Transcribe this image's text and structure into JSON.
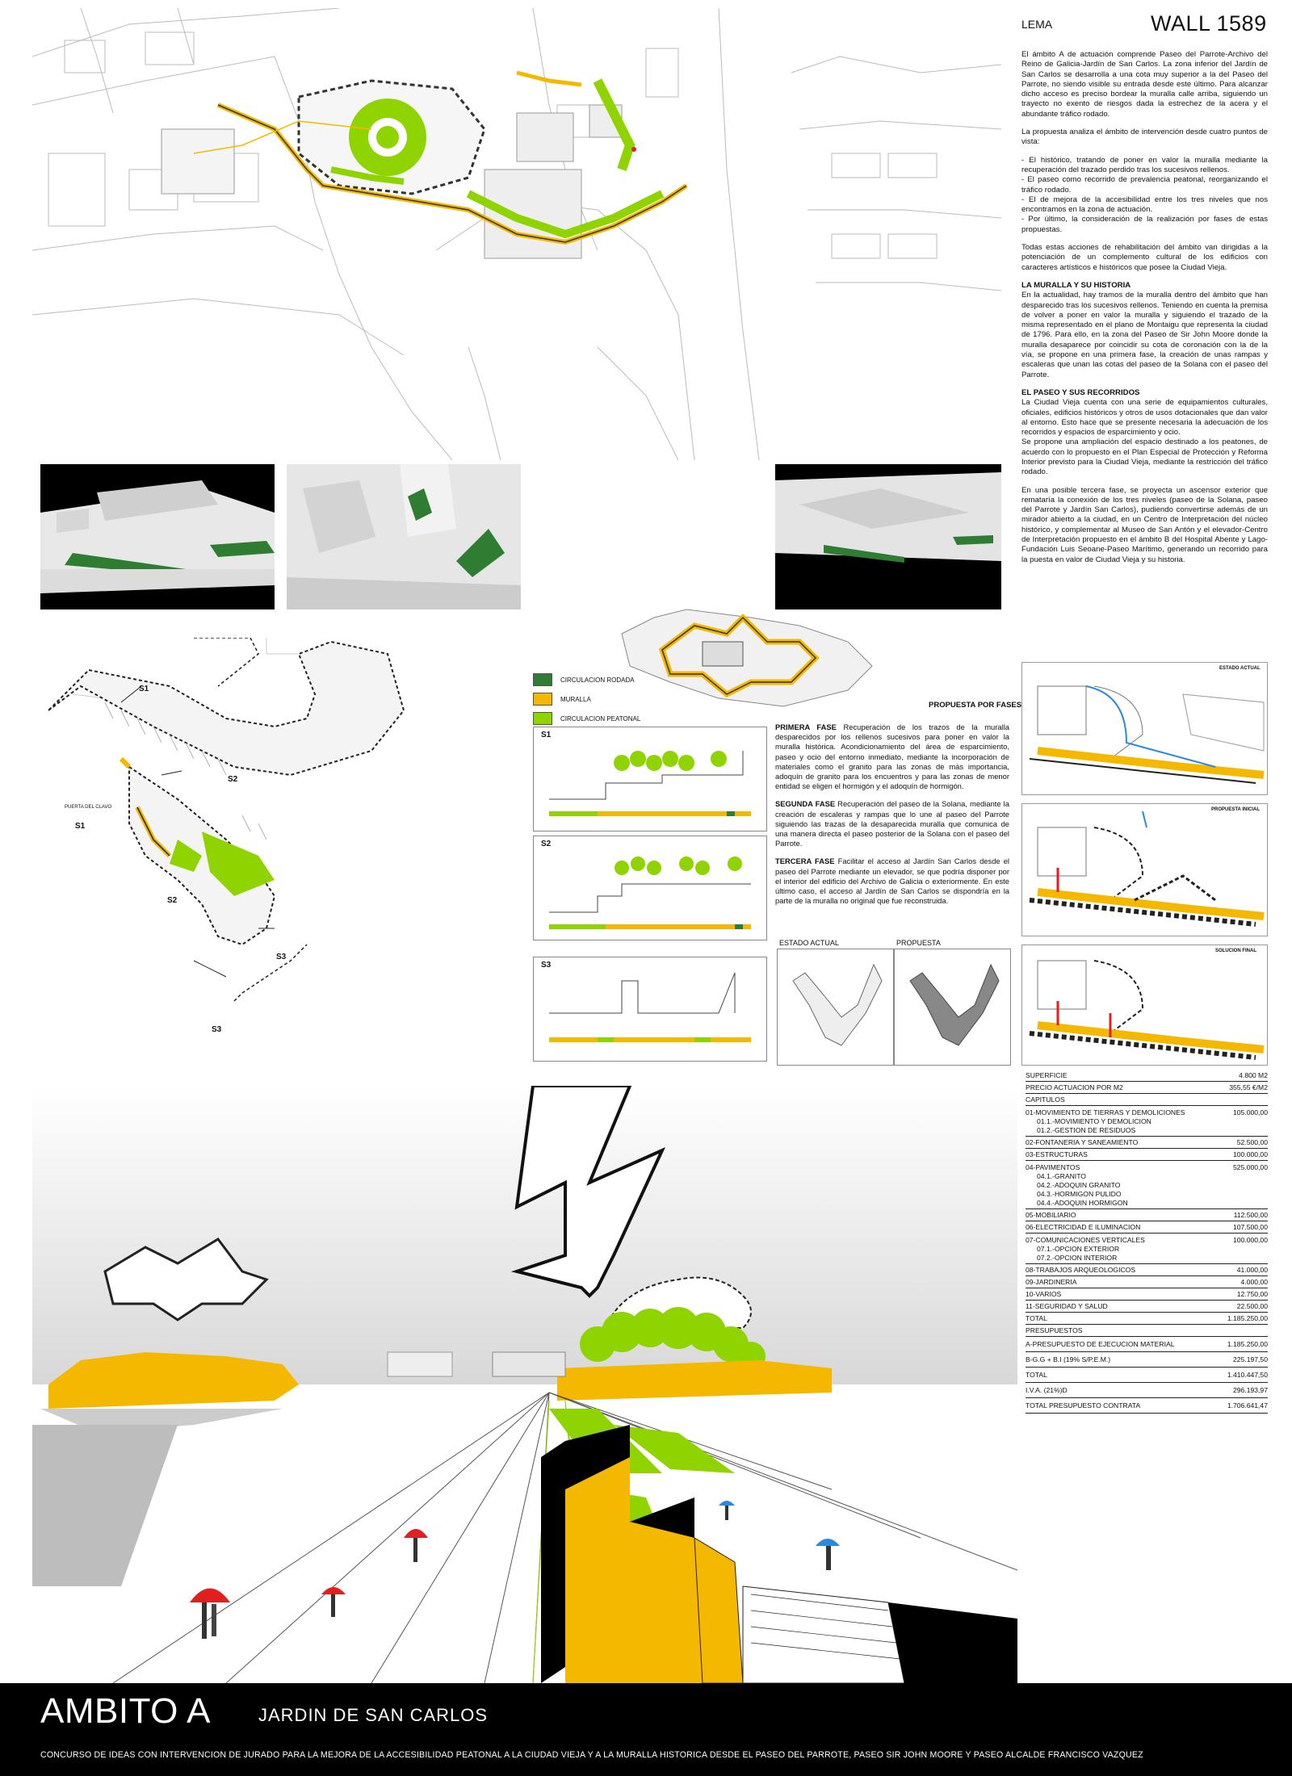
{
  "header": {
    "lema": "LEMA",
    "title": "WALL 1589"
  },
  "intro": {
    "p1": "El ámbito A de actuación comprende Paseo del Parrote-Archivo del Reino de Galicia-Jardín de San Carlos. La zona inferior del Jardín de San Carlos se desarrolla a una cota muy superior a la del Paseo del Parrote, no siendo visible su entrada desde este último. Para alcanzar dicho acceso es preciso bordear la muralla calle arriba, siguiendo un trayecto no exento de riesgos dada la estrechez de la acera y el abundante tráfico rodado.",
    "p2": "La propuesta analiza el ámbito de intervención desde cuatro puntos de vista:",
    "bullets": [
      "- El histórico, tratando de poner en valor la muralla mediante la recuperación del trazado perdido tras los sucesivos rellenos.",
      "- El paseo como recorrido de prevalencia peatonal, reorganizando el tráfico rodado.",
      "- El de mejora de la accesibilidad entre los tres niveles que nos encontramos en la zona de actuación.",
      "- Por último, la consideración de la realización por fases de estas propuestas."
    ],
    "p3": "Todas estas acciones de rehabilitación del ámbito van dirigidas a la potenciación de un complemento cultural de los edificios con caracteres artísticos e históricos que posee la Ciudad Vieja.",
    "h1": "LA MURALLA Y SU HISTORIA",
    "p4": "En la actualidad, hay tramos de la muralla dentro del ámbito que han desparecido tras los sucesivos rellenos. Teniendo en cuenta la premisa de volver a poner en valor la muralla y siguiendo el trazado de la misma representado en el plano de Montaigu que representa la ciudad de 1796. Para ello, en la zona del Paseo de Sir John Moore donde la muralla desaparece por coincidir su cota de coronación con la de la vía, se propone en una primera fase, la creación de unas rampas y escaleras que unan las cotas del paseo de la Solana con el paseo del Parrote.",
    "h2": "EL PASEO Y SUS RECORRIDOS",
    "p5": "La Ciudad Vieja cuenta con una serie de equipamientos culturales, oficiales, edificios históricos y otros de usos dotacionales que dan valor al entorno. Esto hace que se presente necesaria la adecuación de los recorridos y espacios de esparcimiento y ocio.",
    "p6": "Se propone una ampliación del espacio destinado a los peatones, de acuerdo con lo propuesto en el Plan Especial de Protección y Reforma Interior previsto para la Ciudad Vieja, mediante la restricción del tráfico rodado.",
    "p7": "En una posible tercera fase, se proyecta un ascensor exterior que remataría la conexión de los tres niveles (paseo de la Solana, paseo del Parrote y Jardín San Carlos), pudiendo convertirse además de un mirador abierto a la ciudad, en un Centro de Interpretación del núcleo histórico, y complementar al Museo de San Antón y el elevador-Centro de Interpretación propuesto en el ámbito B del Hospital Abente y Lago-Fundación Luis Seoane-Paseo Marítimo, generando un recorrido para la puesta en valor de Ciudad Vieja y su historia."
  },
  "legend": {
    "items": [
      {
        "label": "CIRCULACION RODADA",
        "color": "#2e7d32"
      },
      {
        "label": "MURALLA",
        "color": "#f5b800"
      },
      {
        "label": "CIRCULACION PEATONAL",
        "color": "#8fd400"
      }
    ]
  },
  "plan_labels": {
    "s1": "S1",
    "s2": "S2",
    "s3": "S3",
    "puerta": "PUERTA DEL CLAVO"
  },
  "sections": {
    "s1": "S1",
    "s2": "S2",
    "s3": "S3"
  },
  "fases": {
    "title": "PROPUESTA POR FASES",
    "f1_head": "PRIMERA FASE",
    "f1": "Recuperación de los trazos de la muralla desparecidos por los rellenos sucesivos para poner en valor la muralla histórica. Acondicionamiento del área de esparcimiento, paseo y ocio del entorno inmediato, mediante la incorporación de materiales como el granito para las zonas de más importancia, adoquín de granito para los encuentros y para las zonas de menor entidad se eligen el hormigón y el adoquín de hormigón.",
    "f2_head": "SEGUNDA FASE",
    "f2": "Recuperación del paseo de la Solana, mediante la creación de escaleras y rampas que lo une al paseo del Parrote siguiendo las trazas de la desaparecida muralla que comunica de una manera directa el paseo posterior de la Solana con el paseo del Parrote.",
    "f3_head": "TERCERA FASE",
    "f3": "Facilitar el acceso al Jardín San Carlos desde el paseo del Parrote mediante un elevador, se que podría disponer por el interior del edificio del Archivo de Galicia o exteriormente. En este último caso, el acceso al Jardín de San Carlos se dispondría en la parte de la muralla no original que fue reconstruida."
  },
  "comparison": {
    "estado": "ESTADO ACTUAL",
    "propuesta": "PROPUESTA"
  },
  "diagrams": {
    "d1": "ESTADO ACTUAL",
    "d2": "PROPUESTA INICIAL",
    "d3": "SOLUCION FINAL"
  },
  "budget": {
    "superficie_label": "SUPERFICIE",
    "superficie": "4.800 M2",
    "precio_label": "PRECIO ACTUACION POR M2",
    "precio": "355,55 €/M2",
    "capitulos": "CAPITULOS",
    "c01": [
      "01-MOVIMIENTO DE TIERRAS Y DEMOLICIONES",
      "01.1.-MOVIMIENTO Y DEMOLICION",
      "01.2.-GESTION DE RESIDUOS"
    ],
    "c01_v": "105.000,00",
    "rows_a": [
      {
        "label": "02-FONTANERIA Y SANEAMIENTO",
        "value": "52.500,00"
      },
      {
        "label": "03-ESTRUCTURAS",
        "value": "100.000,00"
      }
    ],
    "c04": [
      "04-PAVIMENTOS",
      "04.1.-GRANITO",
      "04.2.-ADOQUIN GRANITO",
      "04.3.-HORMIGON PULIDO",
      "04.4.-ADOQUIN HORMIGON"
    ],
    "c04_v": "525.000,00",
    "rows_b": [
      {
        "label": "05-MOBILIARIO",
        "value": "112.500,00"
      },
      {
        "label": "06-ELECTRICIDAD E ILUMINACION",
        "value": "107.500,00"
      }
    ],
    "c07": [
      "07-COMUNICACIONES VERTICALES",
      "07.1.-OPCION EXTERIOR",
      "07.2.-OPCION INTERIOR"
    ],
    "c07_v": "100.000,00",
    "rows_c": [
      {
        "label": "08-TRABAJOS ARQUEOLOGICOS",
        "value": "41.000,00"
      },
      {
        "label": "09-JARDINERIA",
        "value": "4.000,00"
      },
      {
        "label": "10-VARIOS",
        "value": "12.750,00"
      },
      {
        "label": "11-SEGURIDAD Y SALUD",
        "value": "22.500,00"
      },
      {
        "label": "TOTAL",
        "value": "1.185.250,00"
      }
    ],
    "presupuestos": "PRESUPUESTOS",
    "rows_d": [
      {
        "label": "A-PRESUPUESTO DE EJECUCION MATERIAL",
        "value": "1.185.250,00"
      },
      {
        "label": "B-G.G + B.I (19% S/P.E.M.)",
        "value": "225.197,50"
      },
      {
        "label": "TOTAL",
        "value": "1.410.447,50"
      },
      {
        "label": "I.V.A. (21%)D",
        "value": "296.193,97"
      },
      {
        "label": "TOTAL PRESUPUESTO CONTRATA",
        "value": "1.706.641,47"
      }
    ]
  },
  "footer": {
    "title": "AMBITO A",
    "subtitle": "JARDIN DE SAN CARLOS",
    "note": "CONCURSO DE IDEAS CON INTERVENCION DE JURADO PARA LA MEJORA DE LA ACCESIBILIDAD PEATONAL A LA CIUDAD VIEJA Y A LA MURALLA HISTORICA DESDE EL PASEO DEL PARROTE, PASEO SIR JOHN MOORE Y PASEO ALCALDE FRANCISCO VAZQUEZ"
  },
  "colors": {
    "yellow": "#f5b800",
    "green": "#8fd400",
    "dark_green": "#2e7d32",
    "red_umbrella": "#e02020",
    "blue_umbrella": "#2a8ae0"
  }
}
